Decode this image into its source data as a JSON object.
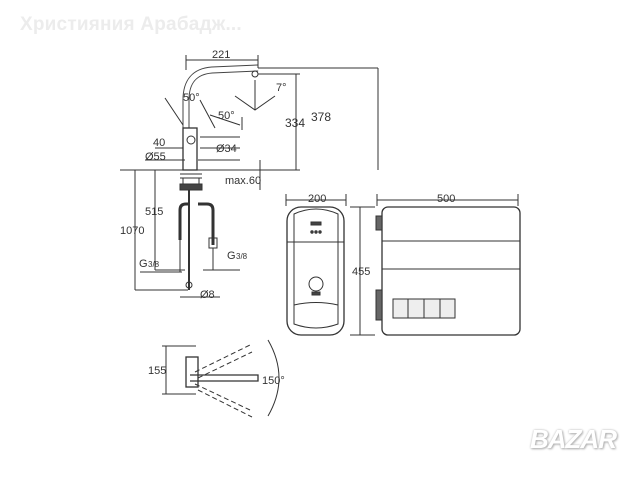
{
  "watermark": {
    "text": "Християния Арабадж..."
  },
  "logo": {
    "text": "BAZAR"
  },
  "faucet_side": {
    "dims": {
      "spout_reach": "221",
      "swivel_angle": "7°",
      "lever_angle_a": "50°",
      "lever_angle_b": "50°",
      "outlet_height": "334",
      "total_height": "378",
      "handle_offset": "40",
      "base_diameter": "Ø55",
      "hole_diameter": "Ø34",
      "max_counter": "max.60",
      "hose_depth": "515",
      "hose_length": "1070",
      "thread_left": "G",
      "thread_right": "G",
      "thread_frac": "3/8",
      "pipe_diameter": "Ø8"
    }
  },
  "faucet_top": {
    "dims": {
      "depth": "155",
      "rotation": "150°"
    }
  },
  "chiller_front": {
    "dims": {
      "width": "200",
      "height": "455"
    }
  },
  "chiller_side": {
    "dims": {
      "depth": "500"
    }
  }
}
